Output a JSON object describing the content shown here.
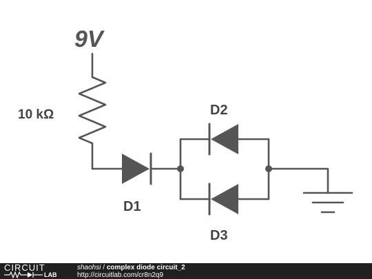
{
  "schematic": {
    "supply_label": "9V",
    "resistor_label": "10 kΩ",
    "diodes": [
      {
        "label": "D1"
      },
      {
        "label": "D2"
      },
      {
        "label": "D3"
      }
    ]
  },
  "footer": {
    "logo_top": "CIRCUIT",
    "logo_bottom": "LAB",
    "author": "shaohsi",
    "separator": " / ",
    "title": "complex diode circuit_2",
    "url": "http://circuitlab.com/cr8n2q9"
  },
  "colors": {
    "wire": "#555555",
    "label": "#444444",
    "footer_bg": "#1f1f1f",
    "footer_text": "#ffffff"
  }
}
